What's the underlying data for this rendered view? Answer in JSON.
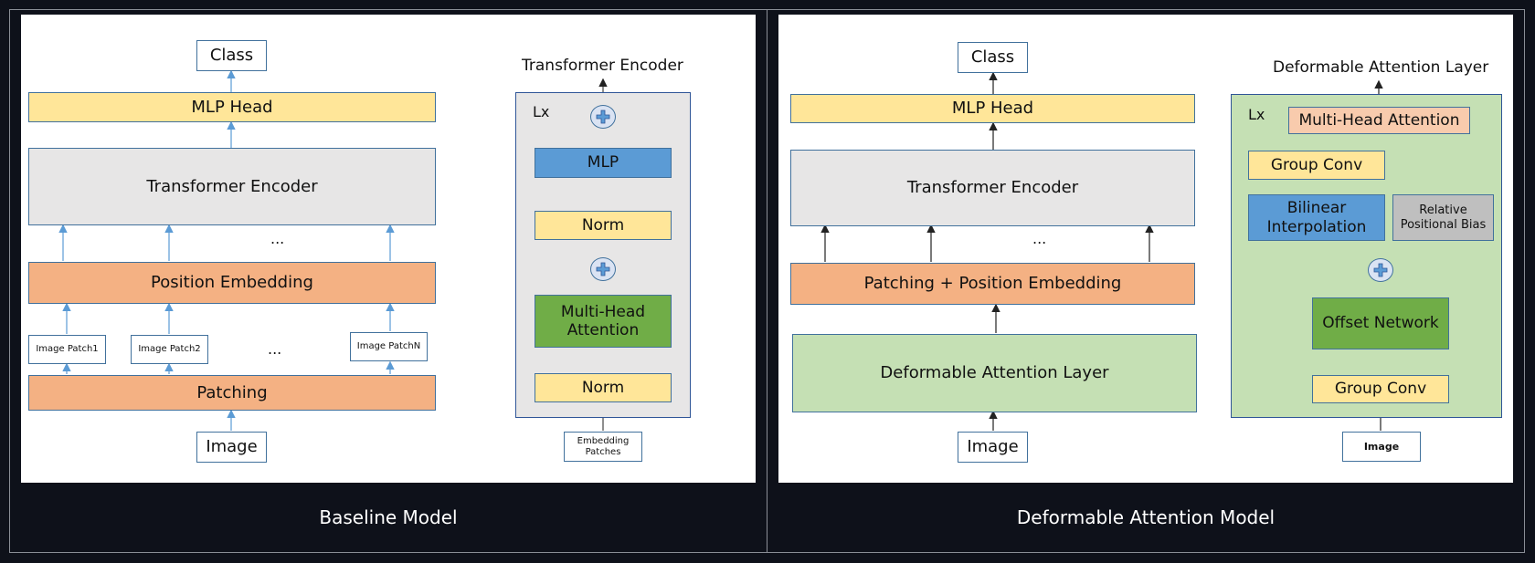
{
  "colors": {
    "background": "#0e111a",
    "orange": "#f4b183",
    "yellow": "#ffe699",
    "gray": "#e7e6e6",
    "blue": "#5b9bd5",
    "green": "#70ad47",
    "light_green": "#c5e0b4",
    "salmon": "#f8cbad",
    "box_gray": "#bfbfbf",
    "arrow_blue": "#5b9bd5"
  },
  "baseline": {
    "caption": "Baseline Model",
    "class": "Class",
    "mlp_head": "MLP Head",
    "transformer_encoder": "Transformer Encoder",
    "dots_encoder": "...",
    "position_embedding": "Position Embedding",
    "patch1": "Image Patch1",
    "patch2": "Image Patch2",
    "patch_dots": "...",
    "patchN": "Image PatchN",
    "patching": "Patching",
    "image": "Image",
    "encoder_detail": {
      "title": "Transformer Encoder",
      "repeat": "Lx",
      "mlp": "MLP",
      "norm_top": "Norm",
      "mha": "Multi-Head Attention",
      "norm_bottom": "Norm",
      "input": "Embedding Patches"
    }
  },
  "deformable": {
    "caption": "Deformable Attention Model",
    "class": "Class",
    "mlp_head": "MLP Head",
    "transformer_encoder": "Transformer Encoder",
    "dots_encoder": "...",
    "patch_pos_embedding": "Patching + Position Embedding",
    "deformable_layer": "Deformable Attention Layer",
    "image": "Image",
    "layer_detail": {
      "title": "Deformable Attention Layer",
      "repeat": "Lx",
      "mha": "Multi-Head Attention",
      "group_conv_top": "Group Conv",
      "bilinear": "Bilinear Interpolation",
      "rel_bias": "Relative Positional Bias",
      "offset_network": "Offset Network",
      "group_conv_bottom": "Group Conv",
      "input": "Image"
    }
  }
}
